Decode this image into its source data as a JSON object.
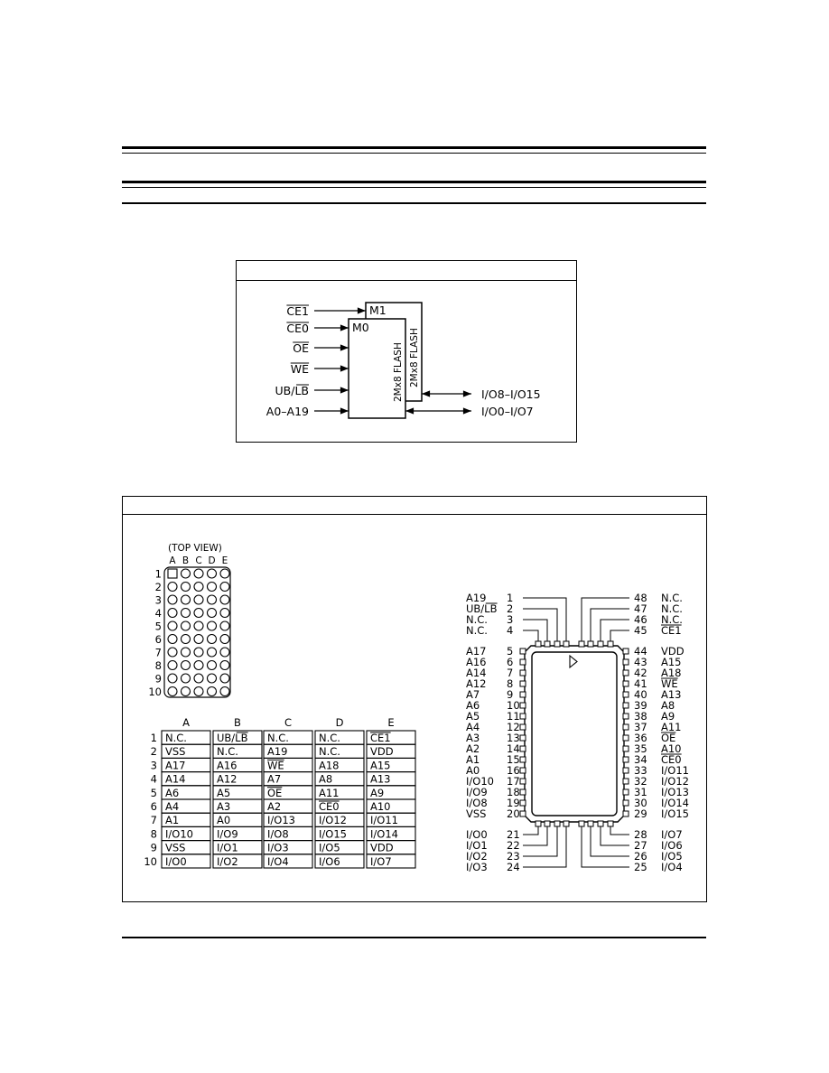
{
  "block": {
    "inputs": [
      "CE1",
      "CE0",
      "OE",
      "WE",
      "UB/LB",
      "A0–A19"
    ],
    "overbar": [
      true,
      true,
      true,
      true,
      false,
      false
    ],
    "chip_m1": "M1",
    "chip_m0": "M0",
    "flash_label": "2Mx8 FLASH",
    "out_high": "I/O8–I/O15",
    "out_low": "I/O0–I/O7"
  },
  "bga": {
    "top_view": "(TOP VIEW)",
    "cols": [
      "A",
      "B",
      "C",
      "D",
      "E"
    ],
    "rows": [
      "1",
      "2",
      "3",
      "4",
      "5",
      "6",
      "7",
      "8",
      "9",
      "10"
    ]
  },
  "ball_table": {
    "cols": [
      "A",
      "B",
      "C",
      "D",
      "E"
    ],
    "rows": [
      [
        "N.C.",
        "UB/LB",
        "N.C.",
        "N.C.",
        "CE1"
      ],
      [
        "VSS",
        "N.C.",
        "A19",
        "N.C.",
        "VDD"
      ],
      [
        "A17",
        "A16",
        "WE",
        "A18",
        "A15"
      ],
      [
        "A14",
        "A12",
        "A7",
        "A8",
        "A13"
      ],
      [
        "A6",
        "A5",
        "OE",
        "A11",
        "A9"
      ],
      [
        "A4",
        "A3",
        "A2",
        "CE0",
        "A10"
      ],
      [
        "A1",
        "A0",
        "I/O13",
        "I/O12",
        "I/O11"
      ],
      [
        "I/O10",
        "I/O9",
        "I/O8",
        "I/O15",
        "I/O14"
      ],
      [
        "VSS",
        "I/O1",
        "I/O3",
        "I/O5",
        "VDD"
      ],
      [
        "I/O0",
        "I/O2",
        "I/O4",
        "I/O6",
        "I/O7"
      ]
    ]
  },
  "tsop": {
    "pins": [
      {
        "n": "1",
        "name": "A19"
      },
      {
        "n": "2",
        "name": "UB/LB"
      },
      {
        "n": "3",
        "name": "N.C."
      },
      {
        "n": "4",
        "name": "N.C."
      },
      {
        "n": "5",
        "name": "A17"
      },
      {
        "n": "6",
        "name": "A16"
      },
      {
        "n": "7",
        "name": "A14"
      },
      {
        "n": "8",
        "name": "A12"
      },
      {
        "n": "9",
        "name": "A7"
      },
      {
        "n": "10",
        "name": "A6"
      },
      {
        "n": "11",
        "name": "A5"
      },
      {
        "n": "12",
        "name": "A4"
      },
      {
        "n": "13",
        "name": "A3"
      },
      {
        "n": "14",
        "name": "A2"
      },
      {
        "n": "15",
        "name": "A1"
      },
      {
        "n": "16",
        "name": "A0"
      },
      {
        "n": "17",
        "name": "I/O10"
      },
      {
        "n": "18",
        "name": "I/O9"
      },
      {
        "n": "19",
        "name": "I/O8"
      },
      {
        "n": "20",
        "name": "VSS"
      },
      {
        "n": "21",
        "name": "I/O0"
      },
      {
        "n": "22",
        "name": "I/O1"
      },
      {
        "n": "23",
        "name": "I/O2"
      },
      {
        "n": "24",
        "name": "I/O3"
      },
      {
        "n": "25",
        "name": "I/O4"
      },
      {
        "n": "26",
        "name": "I/O5"
      },
      {
        "n": "27",
        "name": "I/O6"
      },
      {
        "n": "28",
        "name": "I/O7"
      },
      {
        "n": "29",
        "name": "I/O15"
      },
      {
        "n": "30",
        "name": "I/O14"
      },
      {
        "n": "31",
        "name": "I/O13"
      },
      {
        "n": "32",
        "name": "I/O12"
      },
      {
        "n": "33",
        "name": "I/O11"
      },
      {
        "n": "34",
        "name": "CE0"
      },
      {
        "n": "35",
        "name": "A10"
      },
      {
        "n": "36",
        "name": "OE"
      },
      {
        "n": "37",
        "name": "A11"
      },
      {
        "n": "38",
        "name": "A9"
      },
      {
        "n": "39",
        "name": "A8"
      },
      {
        "n": "40",
        "name": "A13"
      },
      {
        "n": "41",
        "name": "WE"
      },
      {
        "n": "42",
        "name": "A18"
      },
      {
        "n": "43",
        "name": "A15"
      },
      {
        "n": "44",
        "name": "VDD"
      },
      {
        "n": "45",
        "name": "CE1"
      },
      {
        "n": "46",
        "name": "N.C."
      },
      {
        "n": "47",
        "name": "N.C."
      },
      {
        "n": "48",
        "name": "N.C."
      }
    ]
  }
}
